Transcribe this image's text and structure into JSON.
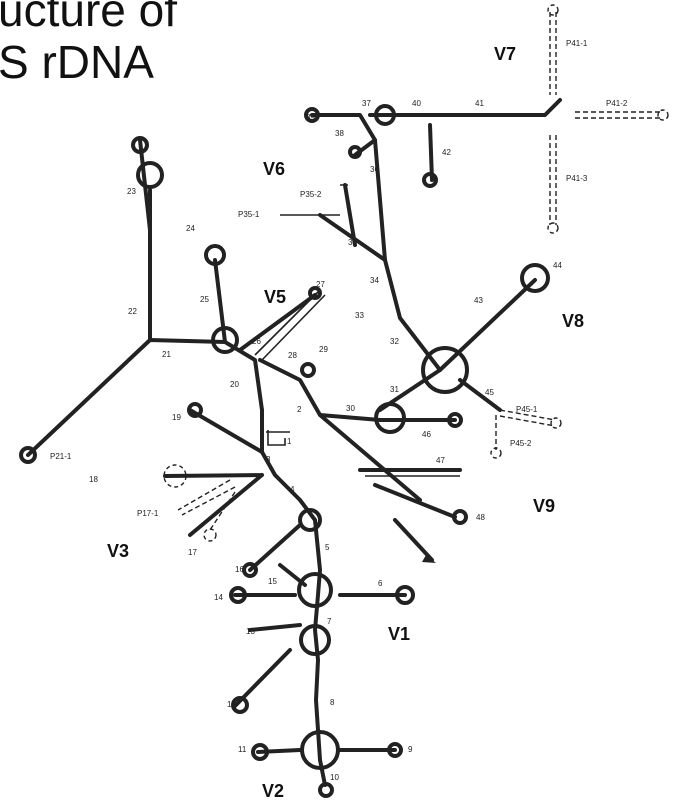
{
  "title": {
    "line1": "ucture of",
    "line2": "S rDNA"
  },
  "regions": [
    "V1",
    "V2",
    "V3",
    "V5",
    "V6",
    "V7",
    "V8",
    "V9"
  ],
  "helix_labels": [
    "1",
    "2",
    "3",
    "4",
    "5",
    "6",
    "7",
    "8",
    "9",
    "10",
    "11",
    "12",
    "13",
    "14",
    "15",
    "16",
    "17",
    "P17-1",
    "18",
    "19",
    "20",
    "21",
    "P21-1",
    "22",
    "23",
    "24",
    "25",
    "26",
    "27",
    "28",
    "29",
    "30",
    "31",
    "32",
    "33",
    "34",
    "35",
    "P35-1",
    "P35-2",
    "36",
    "37",
    "38",
    "39",
    "40",
    "41",
    "P41-1",
    "P41-2",
    "P41-3",
    "42",
    "43",
    "44",
    "45",
    "P45-1",
    "P45-2",
    "46",
    "47",
    "48"
  ]
}
